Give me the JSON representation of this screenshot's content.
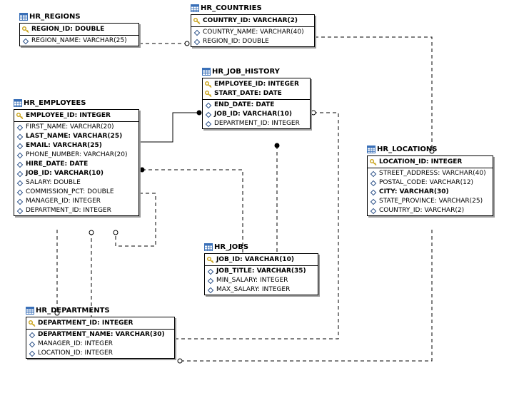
{
  "entities": [
    {
      "id": "regions",
      "title": "HR_REGIONS",
      "pk": [
        {
          "name": "REGION_ID: DOUBLE",
          "key": true,
          "bold": true
        }
      ],
      "cols": [
        {
          "name": "REGION_NAME: VARCHAR(25)",
          "bold": false
        }
      ]
    },
    {
      "id": "countries",
      "title": "HR_COUNTRIES",
      "pk": [
        {
          "name": "COUNTRY_ID: VARCHAR(2)",
          "key": true,
          "bold": true
        }
      ],
      "cols": [
        {
          "name": "COUNTRY_NAME: VARCHAR(40)",
          "bold": false
        },
        {
          "name": "REGION_ID: DOUBLE",
          "bold": false
        }
      ]
    },
    {
      "id": "job_history",
      "title": "HR_JOB_HISTORY",
      "pk": [
        {
          "name": "EMPLOYEE_ID: INTEGER",
          "key": true,
          "bold": true
        },
        {
          "name": "START_DATE: DATE",
          "key": true,
          "bold": true
        }
      ],
      "cols": [
        {
          "name": "END_DATE: DATE",
          "bold": true
        },
        {
          "name": "JOB_ID: VARCHAR(10)",
          "bold": true
        },
        {
          "name": "DEPARTMENT_ID: INTEGER",
          "bold": false
        }
      ]
    },
    {
      "id": "employees",
      "title": "HR_EMPLOYEES",
      "pk": [
        {
          "name": "EMPLOYEE_ID: INTEGER",
          "key": true,
          "bold": true
        }
      ],
      "cols": [
        {
          "name": "FIRST_NAME: VARCHAR(20)",
          "bold": false
        },
        {
          "name": "LAST_NAME: VARCHAR(25)",
          "bold": true
        },
        {
          "name": "EMAIL: VARCHAR(25)",
          "bold": true
        },
        {
          "name": "PHONE_NUMBER: VARCHAR(20)",
          "bold": false
        },
        {
          "name": "HIRE_DATE: DATE",
          "bold": true
        },
        {
          "name": "JOB_ID: VARCHAR(10)",
          "bold": true
        },
        {
          "name": "SALARY: DOUBLE",
          "bold": false
        },
        {
          "name": "COMMISSION_PCT: DOUBLE",
          "bold": false
        },
        {
          "name": "MANAGER_ID: INTEGER",
          "bold": false
        },
        {
          "name": "DEPARTMENT_ID: INTEGER",
          "bold": false
        }
      ]
    },
    {
      "id": "locations",
      "title": "HR_LOCATIONS",
      "pk": [
        {
          "name": "LOCATION_ID: INTEGER",
          "key": true,
          "bold": true
        }
      ],
      "cols": [
        {
          "name": "STREET_ADDRESS: VARCHAR(40)",
          "bold": false
        },
        {
          "name": "POSTAL_CODE: VARCHAR(12)",
          "bold": false
        },
        {
          "name": "CITY: VARCHAR(30)",
          "bold": true
        },
        {
          "name": "STATE_PROVINCE: VARCHAR(25)",
          "bold": false
        },
        {
          "name": "COUNTRY_ID: VARCHAR(2)",
          "bold": false
        }
      ]
    },
    {
      "id": "jobs",
      "title": "HR_JOBS",
      "pk": [
        {
          "name": "JOB_ID: VARCHAR(10)",
          "key": true,
          "bold": true
        }
      ],
      "cols": [
        {
          "name": "JOB_TITLE: VARCHAR(35)",
          "bold": true
        },
        {
          "name": "MIN_SALARY: INTEGER",
          "bold": false
        },
        {
          "name": "MAX_SALARY: INTEGER",
          "bold": false
        }
      ]
    },
    {
      "id": "departments",
      "title": "HR_DEPARTMENTS",
      "pk": [
        {
          "name": "DEPARTMENT_ID: INTEGER",
          "key": true,
          "bold": true
        }
      ],
      "cols": [
        {
          "name": "DEPARTMENT_NAME: VARCHAR(30)",
          "bold": true
        },
        {
          "name": "MANAGER_ID: INTEGER",
          "bold": false
        },
        {
          "name": "LOCATION_ID: INTEGER",
          "bold": false
        }
      ]
    }
  ],
  "relationships": [
    {
      "from": "regions",
      "to": "countries",
      "identifying": false
    },
    {
      "from": "countries",
      "to": "locations",
      "identifying": false
    },
    {
      "from": "employees",
      "to": "job_history",
      "identifying": true
    },
    {
      "from": "jobs",
      "to": "job_history",
      "identifying": false
    },
    {
      "from": "departments",
      "to": "job_history",
      "identifying": false
    },
    {
      "from": "jobs",
      "to": "employees",
      "identifying": false
    },
    {
      "from": "employees",
      "to": "employees",
      "identifying": false
    },
    {
      "from": "employees",
      "to": "departments",
      "identifying": false
    },
    {
      "from": "departments",
      "to": "employees",
      "identifying": false
    },
    {
      "from": "locations",
      "to": "departments",
      "identifying": false
    }
  ],
  "colors": {
    "line": "#000000",
    "shadow": "#9a9a9a",
    "key_icon": "#c8a014",
    "table_icon": "#3a70b8",
    "attr_icon": "#2a4f87"
  },
  "icons": {
    "table": "table-icon",
    "primary_key": "key-icon",
    "attribute": "diamond-icon"
  }
}
